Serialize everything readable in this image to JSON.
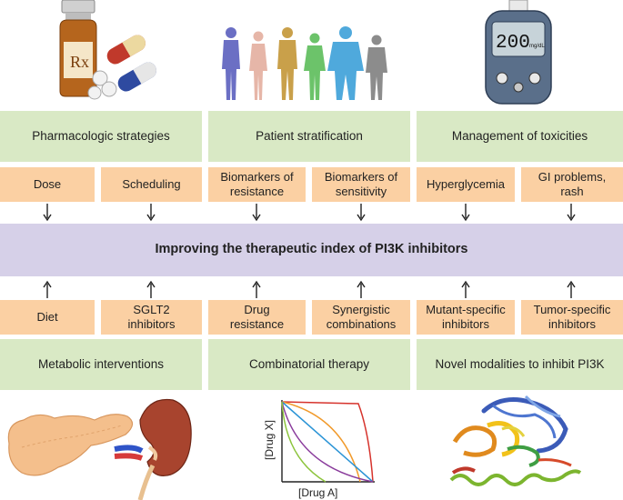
{
  "categories": {
    "pharmacologic": "Pharmacologic strategies",
    "stratification": "Patient stratification",
    "toxicities": "Management of toxicities",
    "metabolic": "Metabolic interventions",
    "combinatorial": "Combinatorial therapy",
    "novel": "Novel modalities to inhibit PI3K"
  },
  "top_items": {
    "dose": "Dose",
    "scheduling": "Scheduling",
    "resistance_biomarkers": "Biomarkers of resistance",
    "sensitivity_biomarkers": "Biomarkers of sensitivity",
    "hyperglycemia": "Hyperglycemia",
    "gi_problems": "GI problems, rash"
  },
  "bottom_items": {
    "diet": "Diet",
    "sglt2": "SGLT2 inhibitors",
    "drug_resistance": "Drug resistance",
    "synergistic": "Synergistic combinations",
    "mutant_specific": "Mutant-specific inhibitors",
    "tumor_specific": "Tumor-specific inhibitors"
  },
  "central_goal": "Improving the therapeutic index of PI3K inhibitors",
  "illustrations": {
    "rx_label": "Rx",
    "meter_reading": "200",
    "meter_unit": "mg/dL",
    "graph_xlabel": "[Drug A]",
    "graph_ylabel": "[Drug X]"
  },
  "colors": {
    "category_fill": "#d9e9c5",
    "item_fill": "#fbd0a3",
    "goal_fill": "#d6d0e8"
  }
}
